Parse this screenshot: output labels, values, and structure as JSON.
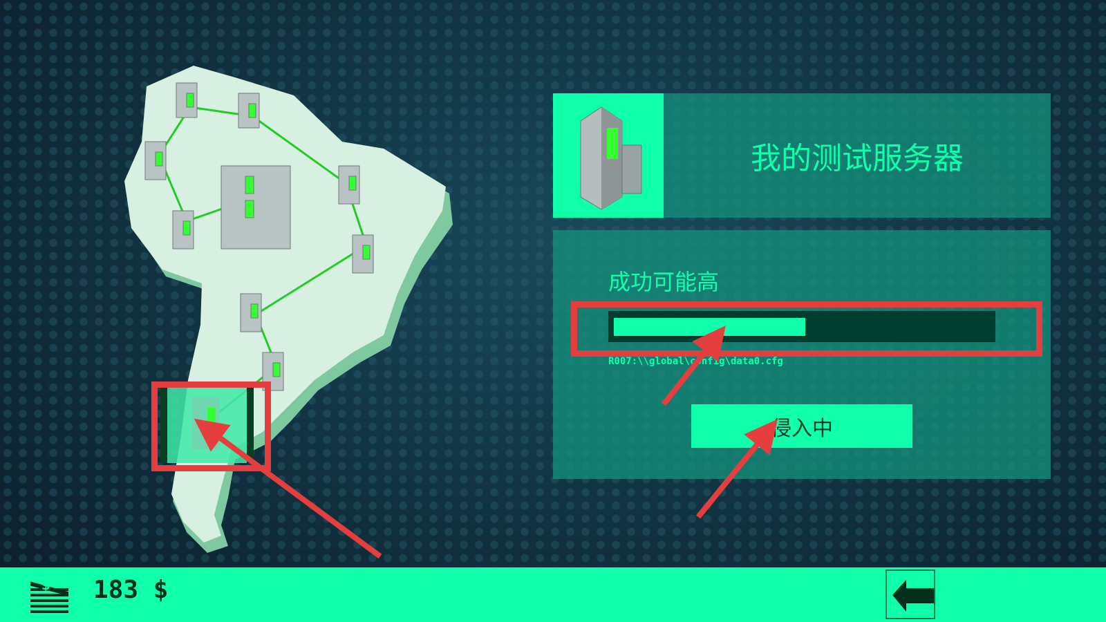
{
  "server": {
    "title": "我的测试服务器",
    "icon": "server-tower-icon"
  },
  "hack": {
    "chance_label": "成功可能高",
    "progress_percent": 51,
    "path": "R007:\\\\global\\config\\data0.cfg",
    "button_label": "侵入中"
  },
  "footer": {
    "money": "183 $",
    "money_icon": "cash-stack-icon",
    "back_icon": "arrow-left-icon"
  },
  "colors": {
    "accent": "#10ffaa",
    "bar_bg": "#003d2e",
    "annotation": "#e53e3e",
    "map": "#d8f0e2"
  }
}
